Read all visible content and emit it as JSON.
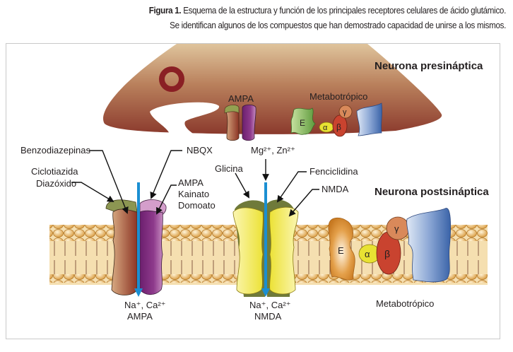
{
  "caption": {
    "figure_label": "Figura 1.",
    "line1": "Esquema de la estructura y función de los principales receptores celulares de ácido glutámico.",
    "line2": "Se identifican algunos de los compuestos que han demostrado capacidad de unirse a los mismos."
  },
  "neurons": {
    "presynaptic": "Neurona presináptica",
    "postsynaptic": "Neurona postsináptica"
  },
  "presynaptic_receptors": {
    "ampa": "AMPA",
    "metabotropic": "Metabotrópico",
    "subunits": {
      "e": "E",
      "alpha": "α",
      "beta": "β",
      "gamma": "γ"
    }
  },
  "ligands": {
    "benzodiazepinas": "Benzodiazepinas",
    "ciclotiazida": "Ciclotiazida",
    "diazoxido": "Diazóxido",
    "nbqx": "NBQX",
    "ampa": "AMPA",
    "kainato": "Kainato",
    "domoato": "Domoato",
    "mg_zn": "Mg²⁺, Zn²⁺",
    "glicina": "Glicina",
    "fenciclidina": "Fenciclidina",
    "nmda": "NMDA"
  },
  "postsynaptic_receptors": {
    "ampa": {
      "ions": "Na⁺, Ca²⁺",
      "name": "AMPA"
    },
    "nmda": {
      "ions": "Na⁺, Ca²⁺",
      "name": "NMDA"
    },
    "metabotropic": {
      "name": "Metabotrópico",
      "subunits": {
        "e": "E",
        "alpha": "α",
        "beta": "β",
        "gamma": "γ"
      }
    }
  },
  "colors": {
    "presynaptic_top": "#dcbf98",
    "presynaptic_bottom": "#8e3b2c",
    "vesicle": "#8a1f24",
    "ion_arrow": "#1b8fd2",
    "membrane_head": "#e2ac55",
    "membrane_tail": "#f5dfb0",
    "ampa_brown": "#a4583d",
    "ampa_purple": "#84307e",
    "nmda_yellow": "#f1ec55",
    "nmda_green": "#6f7a3a",
    "e_subunit": "#d68a2e",
    "alpha": "#e8e233",
    "beta": "#c9432f",
    "gamma": "#d9895a",
    "mglur_blue": "#4a73b5"
  }
}
